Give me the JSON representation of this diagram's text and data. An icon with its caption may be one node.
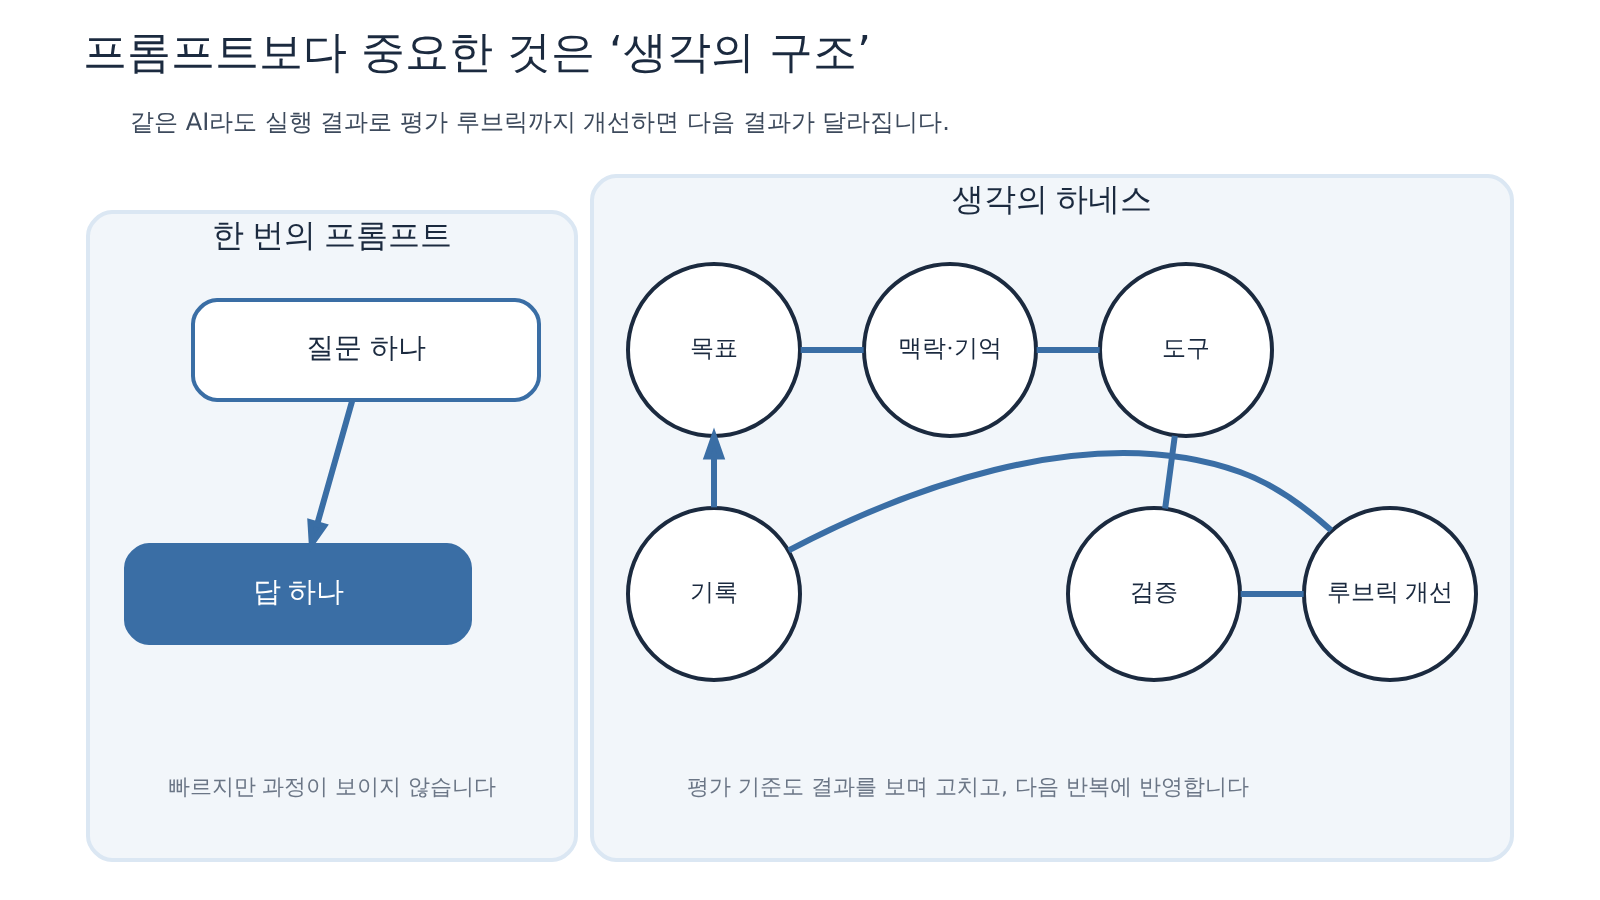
{
  "diagram": {
    "title": "프롬프트보다 중요한 것은 ‘생각의 구조’",
    "nodes": [
      {
        "text": [
          "한 번의 프롬프트"
        ],
        "beside": [
          "빠르지만 과정이 보이지 않습니다"
        ]
      },
      {
        "text": [
          "질문 하나"
        ],
        "in": 0
      },
      {
        "text": [
          "답 하나"
        ],
        "in": 0
      },
      {
        "text": [
          "생각의 하네스"
        ],
        "beside": [
          "평가 기준도 결과를 보며 고치고, 다음 반복에 반영합니다"
        ]
      },
      {
        "text": [
          "목표"
        ],
        "in": 3
      },
      {
        "text": [
          "맥락·기억"
        ],
        "in": 3
      },
      {
        "text": [
          "도구"
        ],
        "in": 3
      },
      {
        "text": [
          "검증"
        ],
        "in": 3
      },
      {
        "text": [
          "루브릭 개선"
        ],
        "in": 3
      },
      {
        "text": [
          "기록"
        ],
        "in": 3
      }
    ],
    "edges": [
      {
        "from": 1,
        "to": 2,
        "arrow": "to"
      },
      {
        "from": 4,
        "to": 5,
        "arrow": "none"
      },
      {
        "from": 5,
        "to": 6,
        "arrow": "none"
      },
      {
        "from": 6,
        "to": 7,
        "arrow": "none"
      },
      {
        "from": 7,
        "to": 8,
        "arrow": "none"
      },
      {
        "from": 8,
        "to": 9,
        "arrow": "none"
      },
      {
        "from": 9,
        "to": 4,
        "arrow": "to"
      }
    ],
    "labels": [
      "같은 AI라도 실행 결과로 평가 루브릭까지 개선하면 다음 결과가 달라집니다."
    ]
  }
}
